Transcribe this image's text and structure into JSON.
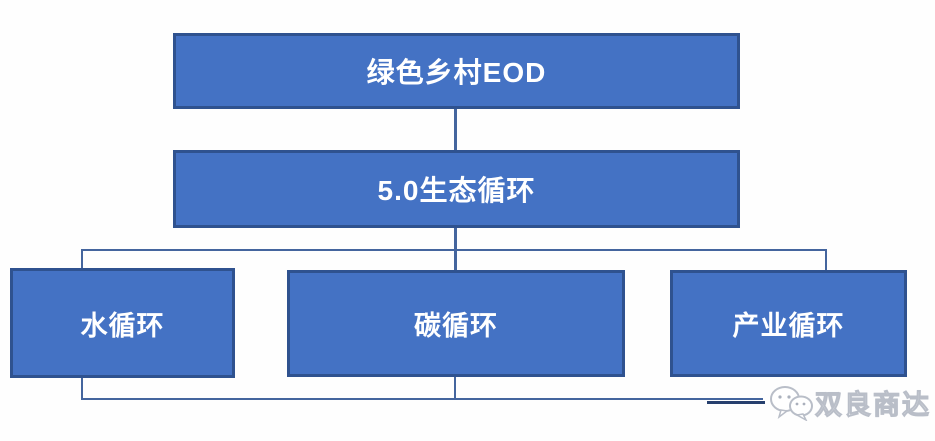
{
  "diagram": {
    "root": {
      "label": "绿色乡村EOD"
    },
    "level2": {
      "label": "5.0生态循环"
    },
    "children": [
      {
        "label": "水循环"
      },
      {
        "label": "碳循环"
      },
      {
        "label": "产业循环"
      }
    ]
  },
  "watermark": {
    "text": "双良商达",
    "icon": "wechat-icon"
  },
  "colors": {
    "box_fill": "#4472c4",
    "box_border": "#2f528f",
    "connector": "#44659e",
    "box_text": "#ffffff",
    "watermark_text": "#c6cad2",
    "watermark_dash": "#27406e",
    "background": "#fefefe"
  }
}
